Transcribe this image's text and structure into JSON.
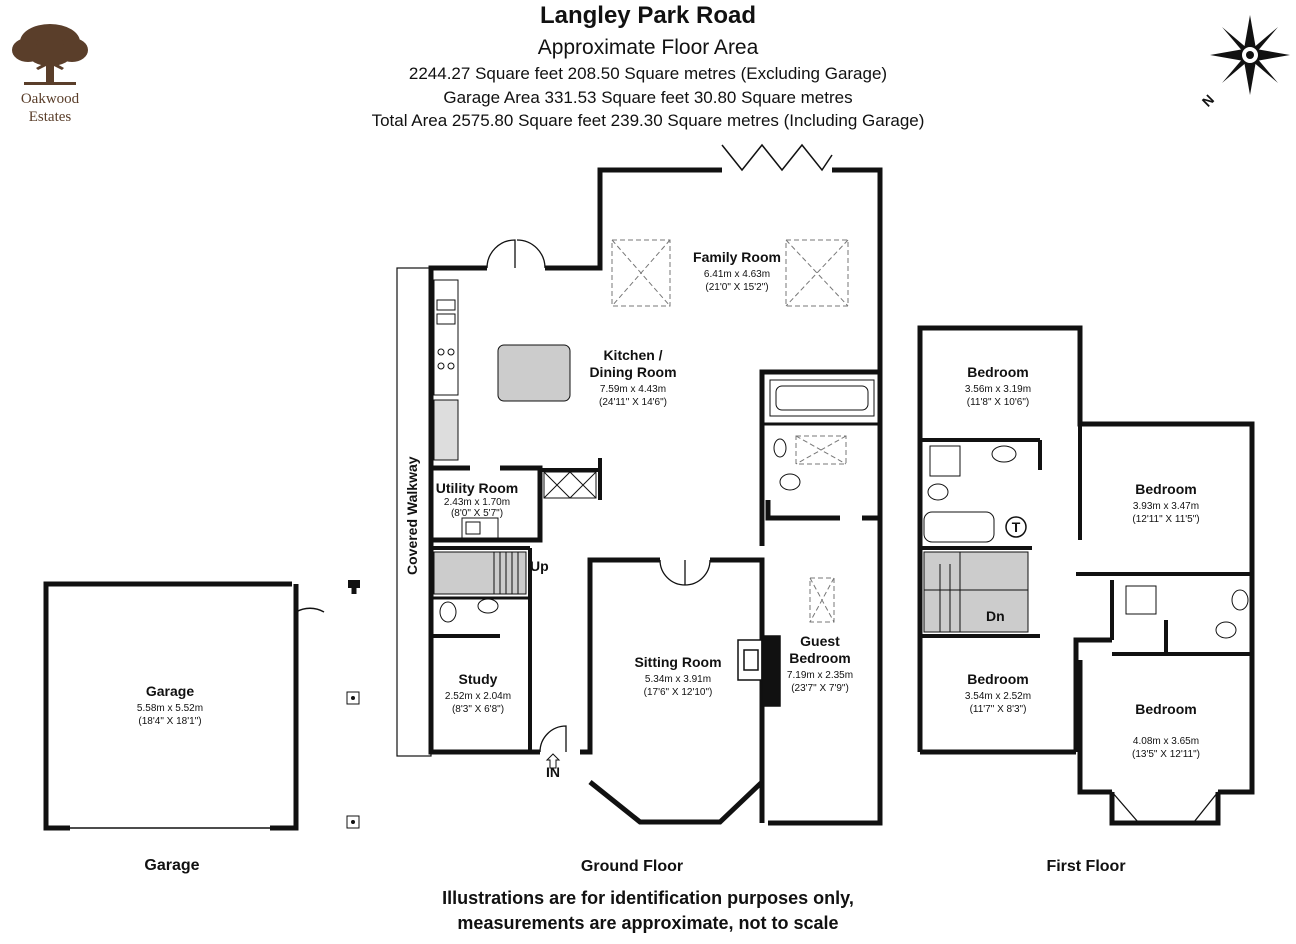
{
  "header": {
    "title": "Langley Park Road",
    "subtitle": "Approximate Floor Area",
    "lines": [
      "2244.27 Square feet 208.50 Square metres (Excluding Garage)",
      "Garage Area 331.53 Square feet 30.80 Square metres",
      "Total Area 2575.80 Square feet 239.30 Square metres (Including Garage)"
    ]
  },
  "logo": {
    "line1": "Oakwood",
    "line2": "Estates",
    "color": "#5a3e2a"
  },
  "compass": {
    "north_label": "N"
  },
  "colors": {
    "wall": "#111111",
    "stair": "#cccccc",
    "fixture": "#bbbbbb",
    "hatch": "#444444"
  },
  "rooms": {
    "family": {
      "name": "Family Room",
      "metric": "6.41m x 4.63m",
      "imperial": "(21'0\" X 15'2\")"
    },
    "kitchen": {
      "name1": "Kitchen /",
      "name2": "Dining Room",
      "metric": "7.59m x 4.43m",
      "imperial": "(24'11\" X 14'6\")"
    },
    "utility": {
      "name": "Utility Room",
      "metric": "2.43m x 1.70m",
      "imperial": "(8'0\" X 5'7\")"
    },
    "study": {
      "name": "Study",
      "metric": "2.52m x 2.04m",
      "imperial": "(8'3\" X 6'8\")"
    },
    "sitting": {
      "name": "Sitting Room",
      "metric": "5.34m x 3.91m",
      "imperial": "(17'6\" X 12'10\")"
    },
    "guest": {
      "name1": "Guest",
      "name2": "Bedroom",
      "metric": "7.19m x 2.35m",
      "imperial": "(23'7\" X 7'9\")"
    },
    "garage": {
      "name": "Garage",
      "metric": "5.58m x 5.52m",
      "imperial": "(18'4\" X 18'1\")"
    },
    "bed1": {
      "name": "Bedroom",
      "metric": "3.56m x 3.19m",
      "imperial": "(11'8\" X 10'6\")"
    },
    "bed2": {
      "name": "Bedroom",
      "metric": "3.93m x 3.47m",
      "imperial": "(12'11\" X 11'5\")"
    },
    "bed3": {
      "name": "Bedroom",
      "metric": "3.54m x 2.52m",
      "imperial": "(11'7\" X 8'3\")"
    },
    "bed4": {
      "name": "Bedroom",
      "metric": "4.08m x 3.65m",
      "imperial": "(13'5\" X 12'11\")"
    }
  },
  "labels": {
    "covered_walkway": "Covered Walkway",
    "up": "Up",
    "dn": "Dn",
    "in": "IN",
    "tank": "T"
  },
  "floors": {
    "garage": "Garage",
    "ground": "Ground Floor",
    "first": "First Floor"
  },
  "disclaimer": {
    "line1": "Illustrations are for identification purposes only,",
    "line2": "measurements are approximate, not to scale"
  }
}
